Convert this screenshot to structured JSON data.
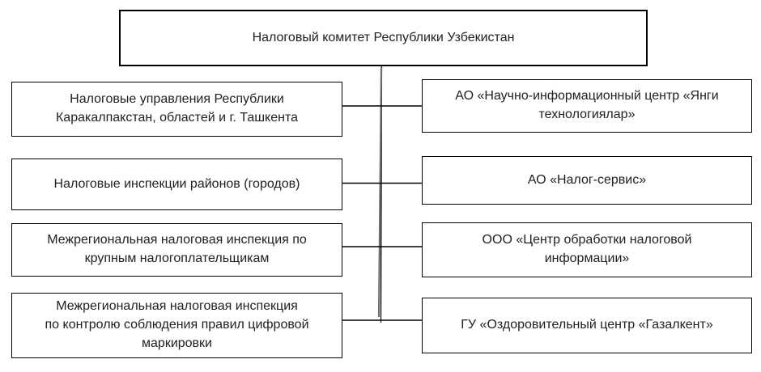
{
  "org_chart": {
    "root": {
      "label": "Налоговый комитет Республики Узбекистан"
    },
    "left_branches": [
      {
        "label": "Налоговые управления Республики\nКаракалпакстан, областей и г. Ташкента"
      },
      {
        "label": "Налоговые инспекции районов (городов)"
      },
      {
        "label": "Межрегиональная налоговая инспекция по\nкрупным налогоплательщикам"
      },
      {
        "label": "Межрегиональная налоговая инспекция\nпо контролю соблюдения правил цифровой\nмаркировки"
      }
    ],
    "right_branches": [
      {
        "label": "АО «Научно-информационный центр «Янги\nтехнологиялар»"
      },
      {
        "label": "АО «Налог-сервис»"
      },
      {
        "label": "ООО «Центр обработки налоговой\nинформации»"
      },
      {
        "label": "ГУ «Оздоровительный центр «Газалкент»"
      }
    ]
  },
  "colors": {
    "background": "#ffffff",
    "border": "#000000",
    "text": "#1f1f1f",
    "connector": "#000000",
    "trunk": "#6e6e6e"
  }
}
